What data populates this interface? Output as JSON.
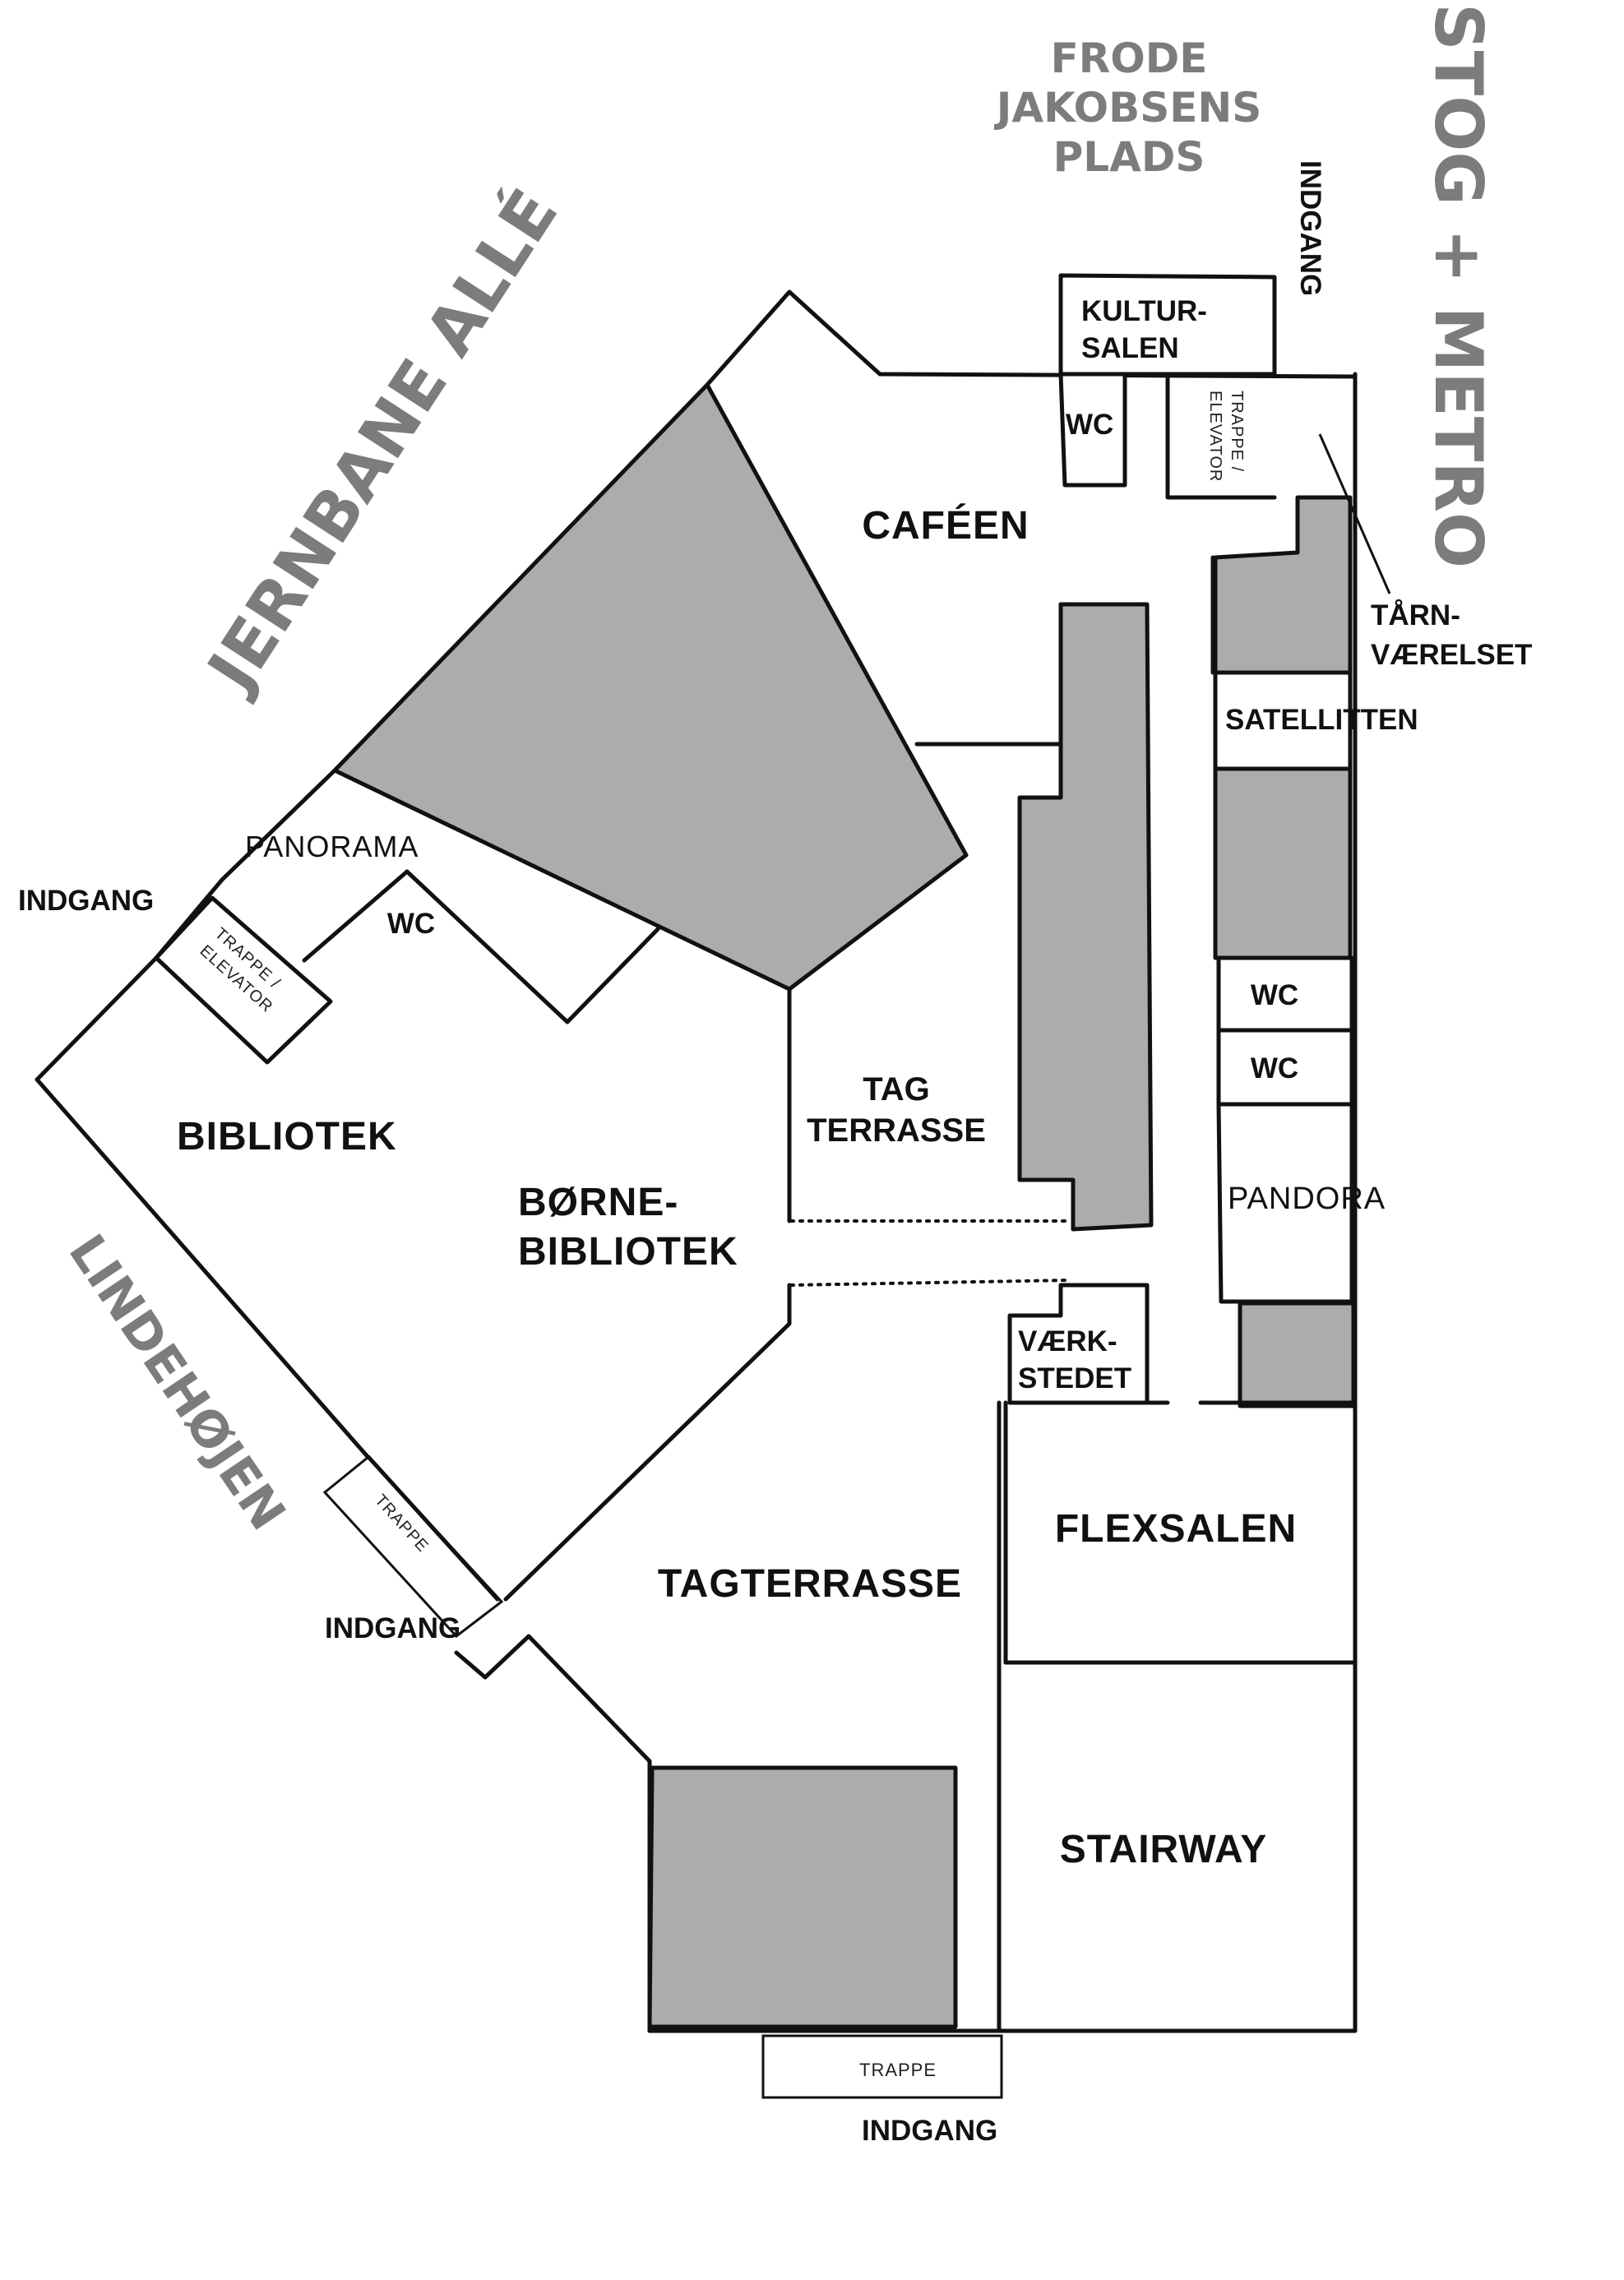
{
  "streets": {
    "jernbane_alle": "JERNBANE ALLÉ",
    "frode_jakobsens_plads": [
      "FRODE",
      "JAKOBSENS",
      "PLADS"
    ],
    "stog_metro": "STOG + METRO",
    "lindehojen": "LINDEHØJEN"
  },
  "rooms": {
    "kultursalen": [
      "KULTUR-",
      "SALEN"
    ],
    "wc_top": "WC",
    "trappe_elevator_top": [
      "TRAPPE /",
      "ELEVATOR"
    ],
    "cafeen": "CAFÉEN",
    "tarnvaerelset": [
      "TÅRN-",
      "VÆRELSET"
    ],
    "satellitten": "SATELLITTEN",
    "panorama": "PANORAMA",
    "wc_panorama": "WC",
    "trappe_elevator_left": [
      "TRAPPE /",
      "ELEVATOR"
    ],
    "wc_right_1": "WC",
    "wc_right_2": "WC",
    "tag_terrasse": [
      "TAG",
      "TERRASSE"
    ],
    "bibliotek": "BIBLIOTEK",
    "borne_bibliotek": [
      "BØRNE-",
      "BIBLIOTEK"
    ],
    "pandora": "PANDORA",
    "vaerkstedet": [
      "VÆRK-",
      "STEDET"
    ],
    "flexsalen": "FLEXSALEN",
    "trappe_lindehojen": "TRAPPE",
    "tagterrasse": "TAGTERRASSE",
    "stairway": "STAIRWAY",
    "trappe_bottom": "TRAPPE"
  },
  "entrances": {
    "top": "INDGANG",
    "left": "INDGANG",
    "lower_left": "INDGANG",
    "bottom": "INDGANG"
  },
  "colors": {
    "wall": "#111111",
    "blocked_area": "#acacac",
    "street_label": "#7c7c7c",
    "background": "#ffffff"
  }
}
